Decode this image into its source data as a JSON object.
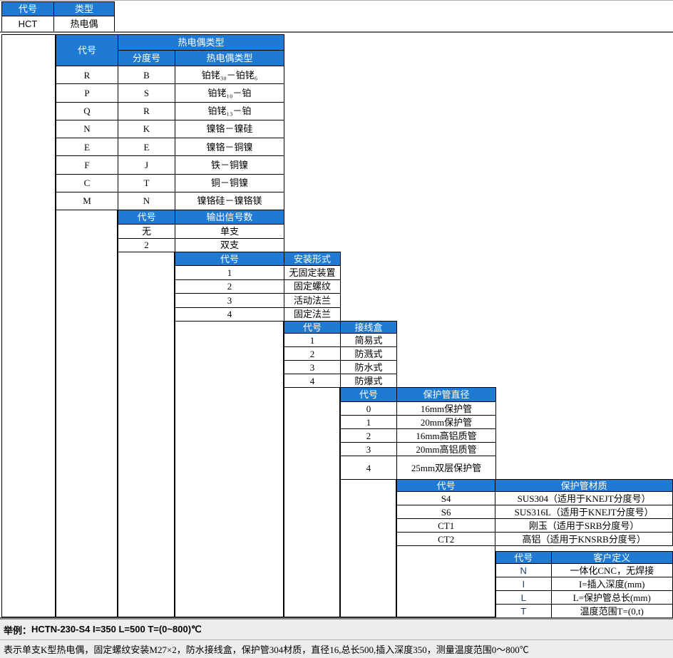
{
  "colors": {
    "header_blue": "#1E7AD2",
    "header_text": "#FFFFFF",
    "grid_border": "#000000",
    "note_background": "#EDEDED",
    "divider_gray": "#808080",
    "code_navy": "#1F3E6B"
  },
  "t1": {
    "headers": [
      "代号",
      "类型"
    ],
    "rows": [
      [
        "HCT",
        "热电偶"
      ]
    ]
  },
  "t2": {
    "code_header": "代号",
    "group_header": "热电偶类型",
    "sub_headers": [
      "分度号",
      "热电偶类型"
    ],
    "rows": [
      [
        "R",
        "B",
        "铂铑₃₀－铂铑₆"
      ],
      [
        "P",
        "S",
        "铂铑₁₀－铂"
      ],
      [
        "Q",
        "R",
        "铂铑₁₃－铂"
      ],
      [
        "N",
        "K",
        "镍铬－镍硅"
      ],
      [
        "E",
        "E",
        "镍铬－铜镍"
      ],
      [
        "F",
        "J",
        "铁－铜镍"
      ],
      [
        "C",
        "T",
        "铜－铜镍"
      ],
      [
        "M",
        "N",
        "镍铬硅－镍铬镁"
      ]
    ]
  },
  "t3": {
    "headers": [
      "代号",
      "输出信号数"
    ],
    "rows": [
      [
        "无",
        "单支"
      ],
      [
        "2",
        "双支"
      ]
    ]
  },
  "t4": {
    "headers": [
      "代号",
      "安装形式"
    ],
    "rows": [
      [
        "1",
        "无固定装置"
      ],
      [
        "2",
        "固定螺纹"
      ],
      [
        "3",
        "活动法兰"
      ],
      [
        "4",
        "固定法兰"
      ]
    ]
  },
  "t5": {
    "headers": [
      "代号",
      "接线盒"
    ],
    "rows": [
      [
        "1",
        "简易式"
      ],
      [
        "2",
        "防溅式"
      ],
      [
        "3",
        "防水式"
      ],
      [
        "4",
        "防爆式"
      ]
    ]
  },
  "t6": {
    "headers": [
      "代号",
      "保护管直径"
    ],
    "rows": [
      [
        "0",
        "16mm保护管"
      ],
      [
        "1",
        "20mm保护管"
      ],
      [
        "2",
        "16mm高铝质管"
      ],
      [
        "3",
        "20mm高铝质管"
      ],
      [
        "4",
        "25mm双层保护管"
      ]
    ]
  },
  "t7": {
    "headers": [
      "代号",
      "保护管材质"
    ],
    "rows": [
      [
        "S4",
        "SUS304（适用于KNEJT分度号）"
      ],
      [
        "S6",
        "SUS316L（适用于KNEJT分度号）"
      ],
      [
        "CT1",
        "刚玉（适用于SRB分度号）"
      ],
      [
        "CT2",
        "高铝（适用于KNSRB分度号）"
      ]
    ]
  },
  "t8": {
    "headers": [
      "代号",
      "客户定义"
    ],
    "rows": [
      [
        "N",
        "一体化CNC，无焊接"
      ],
      [
        "I",
        "I=插入深度(mm)"
      ],
      [
        "L",
        "L=保护管总长(mm)"
      ],
      [
        "T",
        "温度范围T=(0,t)"
      ]
    ]
  },
  "notes": {
    "example_label": "举例：",
    "example_code": "HCTN-230-S4 I=350 L=500 T=(0~800)℃",
    "description": "表示单支K型热电偶，固定螺纹安装M27×2，防水接线盒，保护管304材质，直径16,总长500,插入深度350，测量温度范围0～800℃"
  }
}
